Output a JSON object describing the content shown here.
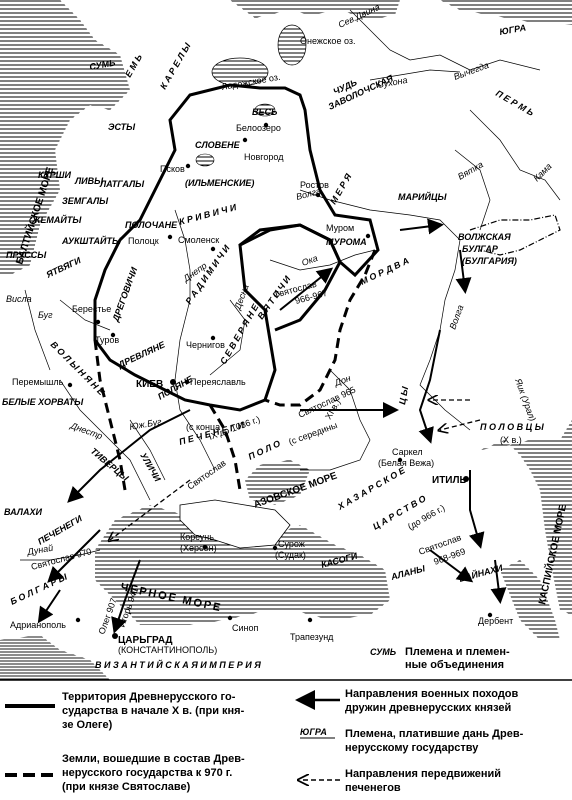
{
  "seas": {
    "baltic": "БАЛТИЙСКОЕ МОРЕ",
    "black": "ЧЕРНОЕ МОРЕ",
    "azov": "АЗОВСКОЕ МОРЕ",
    "caspian": "КАСПИЙСКОЕ МОРЕ"
  },
  "lakes": {
    "ladoga": "Ладожское оз.",
    "onega": "Онежское оз.",
    "beloozero": "Белоозеро"
  },
  "rivers": {
    "sev_dvina": "Сев.Двина",
    "vychegda": "Вычегда",
    "sukhona": "Сухона",
    "kama": "Кама",
    "vyatka": "Вятка",
    "volga1": "Волга",
    "volga2": "Волга",
    "oka": "Ока",
    "dnepr": "Днепр",
    "desna": "Десна",
    "don": "Дон",
    "yaik": "Яик (Урал)",
    "visla": "Висла",
    "bug": "Буг",
    "dnestr": "Днестр",
    "yuzh_bug": "Юж.Буг",
    "dunai": "Дунай"
  },
  "cities": {
    "beloozero": "Белоозеро",
    "novgorod": "Новгород",
    "pskov": "Псков",
    "rostov": "Ростов",
    "polotsk": "Полоцк",
    "smolensk": "Смоленск",
    "murom": "Муром",
    "berestye": "Берестье",
    "turov": "Туров",
    "chernigov": "Чернигов",
    "kiev": "КИЕВ",
    "pereyaslavl": "Переяславль",
    "peremyshl": "Перемышль",
    "sarkel1": "Саркел",
    "sarkel2": "(Белая Вежа)",
    "itil": "ИТИЛЬ",
    "korsun1": "Корсунь",
    "korsun2": "(Херсон)",
    "surozh1": "Сурож",
    "surozh2": "(Судак)",
    "derbent": "Дербент",
    "adrianopol": "Адрианополь",
    "tsargrad1": "ЦАРЬГРАД",
    "tsargrad2": "(КОНСТАНТИНОПОЛЬ)",
    "sinop": "Синоп",
    "trapezund": "Трапезунд"
  },
  "tribes": {
    "yugra": "ЮГРА",
    "perm": "П Е Р М Ь",
    "sum": "СУМЬ",
    "em": "Е М Ь",
    "karely": "К А Р Е Л Ы",
    "ves": "ВЕСЬ",
    "chud": "ЧУДЬ",
    "zavolochskaya": "ЗАВОЛОЧСКАЯ",
    "esty": "ЭСТЫ",
    "slovene1": "СЛОВЕНЕ",
    "slovene2": "(ИЛЬМЕНСКИЕ)",
    "livy": "ЛИВЫ",
    "kurshi": "КУРШИ",
    "latgaly": "ЛАТГАЛЫ",
    "zemgaly": "ЗЕМГАЛЫ",
    "zhemaity": "ЖЕМАЙТЫ",
    "aukshtaity": "АУКШТАЙТЫ",
    "prussy": "ПРУССЫ",
    "yatvyagi": "ЯТВЯГИ",
    "polochane": "ПОЛОЧАНЕ",
    "krivichi": "К Р И В И Ч И",
    "merya": "М Е Р Я",
    "marijtsy": "МАРИЙЦЫ",
    "muroma": "МУРОМА",
    "mordva": "М О Р Д В А",
    "vyatichi": "В Я Т И Ч И",
    "radimichi": "Р А Д И М И Ч И",
    "severyane": "С Е В Е Р Я Н Е",
    "dregovichi": "ДРЕГОВИЧИ",
    "drevlyane": "ДРЕВЛЯНЕ",
    "polyane": "ПОЛЯНЕ",
    "volyniane": "В О Л Ы Н Я Н Е",
    "belye_khorvaty": "БЕЛЫЕ ХОРВАТЫ",
    "tivertsy": "ТИВЕРЦЫ",
    "ulichi": "УЛИЧИ",
    "pechenegi": "П Е Ч Е Н Е Г И",
    "pechenegi_date1": "(с конца",
    "pechenegi_date2": "IX до 1036 г.)",
    "polovtsy_date1": "(с середины",
    "polovtsy_date2": "XI в.)",
    "polovtsy_steppe": "П О Л О",
    "polovtsy_ts": "Ц Ы",
    "polovtsy": "П О Л О В Ц Ы",
    "polovtsy_date": "(X в.)",
    "volzhskaya1": "ВОЛЖСКАЯ",
    "volzhskaya2": "БУЛГАР",
    "volzhskaya3": "(БУЛГАРИЯ)",
    "khazarskoe1": "Х А З А Р С К О Е",
    "khazarskoe2": "Ц А Р С Т В О",
    "khazar_date": "(до 966 г.)",
    "kasogi": "КАСОГИ",
    "alany": "АЛАНЫ",
    "vainakhi": "ВАЙНАХИ",
    "valakhi": "ВАЛАХИ",
    "pechenegi_w": "ПЕЧЕНЕГИ",
    "bolgary": "Б О Л Г А Р Ы",
    "vizantiya": "В И З А Н Т И Й С К А Я   И М П Е Р И Я"
  },
  "campaigns": {
    "svyatoslav_966": "Святослав",
    "svyatoslav_966_date": "966-967",
    "svyatoslav_965": "Святослав 965",
    "svyatoslav_968": "Святослав",
    "svyatoslav_968_date": "968-969",
    "svyatoslav_970": "Святослав 970",
    "oleg_907": "Олег 907",
    "igor_941": "Игорь 941",
    "svyatoslav_k": "Святослав"
  },
  "legend": {
    "sample_tribe": "СУМЬ",
    "tribes_text": "Племена и племен-",
    "tribes_text2": "ные объединения",
    "territory_oleg_1": "Территория Древнерусского го-",
    "territory_oleg_2": "сударства в начале X в. (при кня-",
    "territory_oleg_3": "зе Олеге)",
    "campaigns_1": "Направления военных походов",
    "campaigns_2": "дружин древнерусских князей",
    "tribute_sample": "ЮГРА",
    "tribute_1": "Племена, платившие дань Древ-",
    "tribute_2": "нерусскому государству",
    "svyatoslav_1": "Земли, вошедшие в состав Древ-",
    "svyatoslav_2": "нерусского государства к 970 г.",
    "svyatoslav_3": "(при князе Святославе)",
    "pechenegs_1": "Направления передвижений",
    "pechenegs_2": "печенегов"
  }
}
